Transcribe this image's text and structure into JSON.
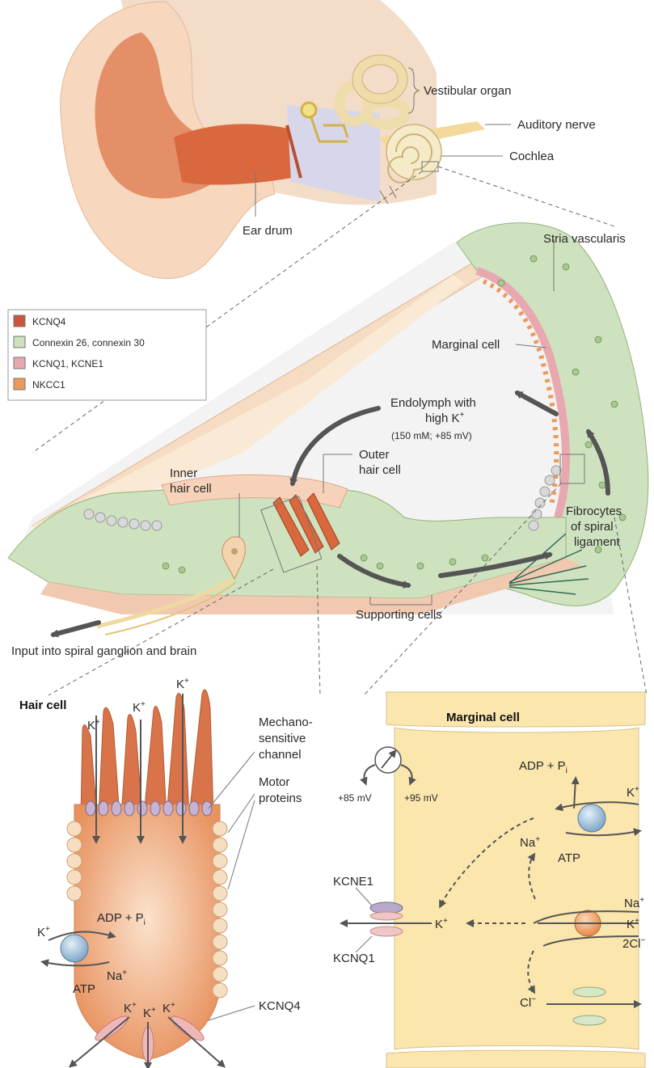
{
  "colors": {
    "kcnq4": "#c9553a",
    "connexin": "#cfe2bf",
    "kcnq1": "#e8a8b0",
    "nkcc1": "#eb9a5b",
    "hair_cell_body": "#eb9a6e",
    "marginal_body": "#fbe6ae",
    "arrow": "#555555"
  },
  "legend": [
    {
      "label": "KCNQ4",
      "color_key": "kcnq4"
    },
    {
      "label": "Connexin 26, connexin 30",
      "color_key": "connexin"
    },
    {
      "label": "KCNQ1, KCNE1",
      "color_key": "kcnq1"
    },
    {
      "label": "NKCC1",
      "color_key": "nkcc1"
    }
  ],
  "ear": {
    "vestibular_organ": "Vestibular organ",
    "auditory_nerve": "Auditory nerve",
    "cochlea": "Cochlea",
    "ear_drum": "Ear drum"
  },
  "cochlea_section": {
    "stria_vascularis": "Stria vascularis",
    "marginal_cell": "Marginal cell",
    "endolymph_line1": "Endolymph with",
    "endolymph_line2": "high K",
    "endolymph_sup": "+",
    "endolymph_values": "(150 mM; +85 mV)",
    "outer_hair_cell_1": "Outer",
    "outer_hair_cell_2": "hair cell",
    "inner_hair_cell_1": "Inner",
    "inner_hair_cell_2": "hair cell",
    "fibrocytes_1": "Fibrocytes",
    "fibrocytes_2": "of spiral",
    "fibrocytes_3": "ligament",
    "supporting_cells": "Supporting cells",
    "input": "Input into spiral ganglion and brain"
  },
  "hair_cell": {
    "title": "Hair cell",
    "k": "K",
    "plus": "+",
    "mechano_1": "Mechano-",
    "mechano_2": "sensitive",
    "mechano_3": "channel",
    "motor_1": "Motor",
    "motor_2": "proteins",
    "adp": "ADP + P",
    "adp_sub": "i",
    "na": "Na",
    "atp": "ATP",
    "kcnq4": "KCNQ4"
  },
  "marginal_cell": {
    "title": "Marginal cell",
    "mv85": "+85 mV",
    "mv95": "+95 mV",
    "adp": "ADP + P",
    "adp_sub": "i",
    "k": "K",
    "plus": "+",
    "na": "Na",
    "atp": "ATP",
    "kcne1": "KCNE1",
    "kcnq1": "KCNQ1",
    "cl2": "2Cl",
    "cl": "Cl",
    "minus": "−"
  }
}
